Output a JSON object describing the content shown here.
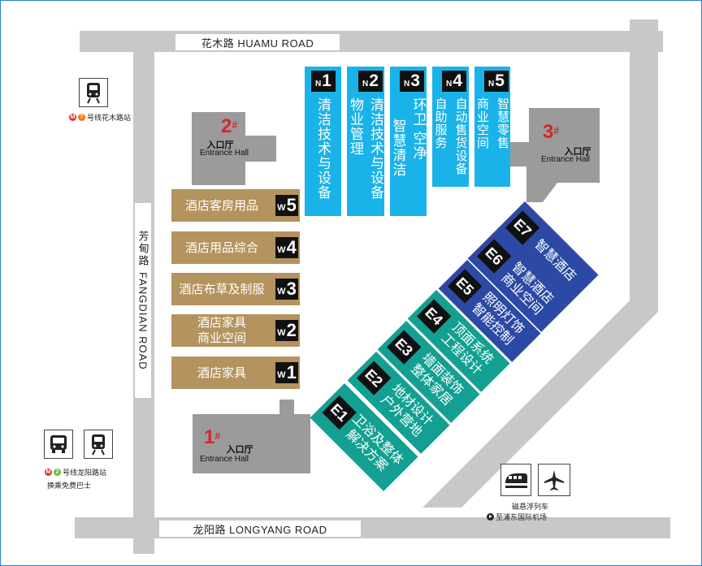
{
  "colors": {
    "road": "#c7c8ca",
    "north_hall": "#1ab3e9",
    "west_hall": "#b4935e",
    "east_hall_teal": "#13a092",
    "east_hall_blue": "#2c4aa4",
    "entrance": "#9b9b9b",
    "hall_number": "#d6262b"
  },
  "roads": {
    "top": "花木路  HUAMU ROAD",
    "bottom": "龙阳路  LONGYANG ROAD",
    "left_zh": "芳甸路",
    "left_en": "FANGDIAN ROAD"
  },
  "entrances": [
    {
      "number": "1",
      "sup": "#",
      "zh": "入口厅",
      "en": "Entrance Hall"
    },
    {
      "number": "2",
      "sup": "#",
      "zh": "入口厅",
      "en": "Entrance Hall"
    },
    {
      "number": "3",
      "sup": "#",
      "zh": "入口厅",
      "en": "Entrance Hall"
    }
  ],
  "north_halls": [
    {
      "prefix": "N",
      "num": "1",
      "cols": [
        "清洁技术与设备"
      ]
    },
    {
      "prefix": "N",
      "num": "2",
      "cols": [
        "清洁技术与设备",
        "物业管理"
      ]
    },
    {
      "prefix": "N",
      "num": "3",
      "cols": [
        "环卫 空净",
        "智慧清洁"
      ]
    },
    {
      "prefix": "N",
      "num": "4",
      "cols": [
        "自动售货设备",
        "自助服务"
      ]
    },
    {
      "prefix": "N",
      "num": "5",
      "cols": [
        "智慧零售",
        "商业空间"
      ]
    }
  ],
  "west_halls": [
    {
      "prefix": "W",
      "num": "5",
      "lines": [
        "酒店客房用品"
      ]
    },
    {
      "prefix": "W",
      "num": "4",
      "lines": [
        "酒店用品综合"
      ]
    },
    {
      "prefix": "W",
      "num": "3",
      "lines": [
        "酒店布草及制服"
      ]
    },
    {
      "prefix": "W",
      "num": "2",
      "lines": [
        "酒店家具",
        "商业空间"
      ]
    },
    {
      "prefix": "W",
      "num": "1",
      "lines": [
        "酒店家具"
      ]
    }
  ],
  "east_halls": [
    {
      "tag": "E1",
      "lines": [
        "卫浴及整体",
        "解决方案"
      ]
    },
    {
      "tag": "E2",
      "lines": [
        "地材设计",
        "户外营地"
      ]
    },
    {
      "tag": "E3",
      "lines": [
        "墙面装饰",
        "整体家居"
      ]
    },
    {
      "tag": "E4",
      "lines": [
        "顶面系统",
        "工程设计"
      ]
    },
    {
      "tag": "E5",
      "lines": [
        "照明灯饰",
        "智能控制"
      ]
    },
    {
      "tag": "E6",
      "lines": [
        "智慧酒店",
        "商业空间"
      ]
    },
    {
      "tag": "E7",
      "lines": [
        "智慧酒店"
      ]
    }
  ],
  "transport": {
    "metro7": {
      "line": "7",
      "label": "号线花木路站",
      "icon": "metro-train-icon"
    },
    "metro2": {
      "line": "2",
      "label": "号线龙阳路站",
      "note": "换乘免费巴士",
      "icons": [
        "bus-icon",
        "metro-train-icon"
      ]
    },
    "maglev": {
      "label": "磁悬浮列车",
      "sub": "至浦东国际机场",
      "icons": [
        "maglev-train-icon",
        "airplane-icon"
      ]
    }
  }
}
